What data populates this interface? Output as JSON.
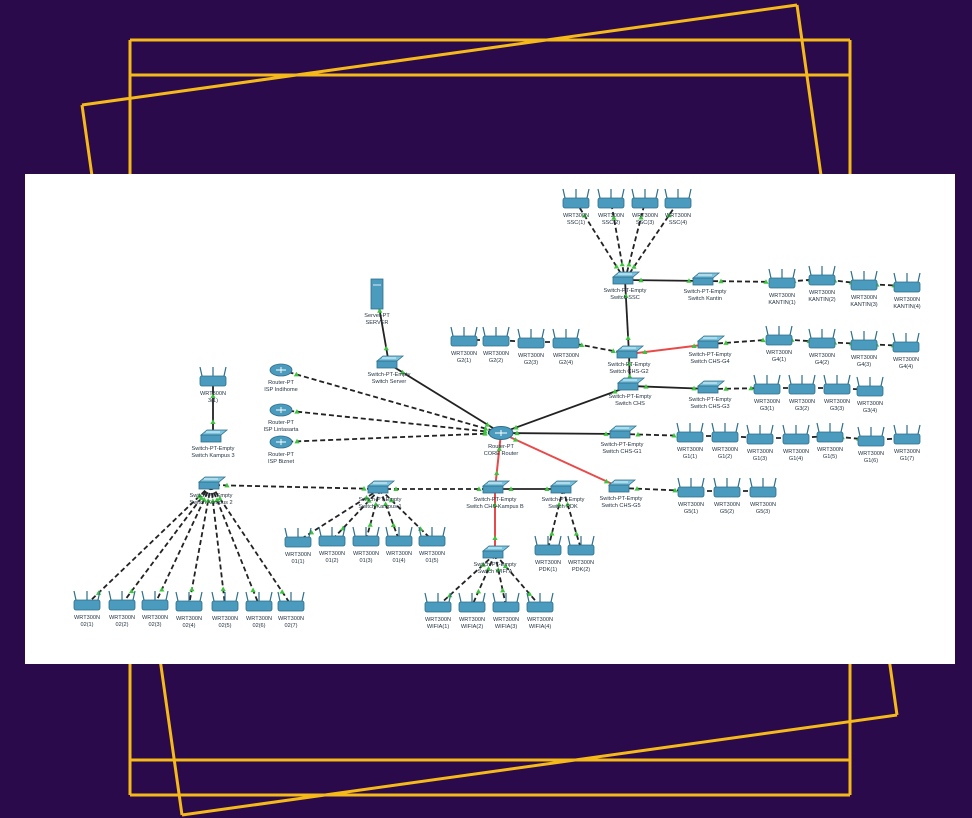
{
  "colors": {
    "background": "#2a0a4a",
    "frame": "#f5b91a",
    "panel": "#ffffff",
    "device": "#4a9bbd",
    "link_red": "#e84a4a",
    "link_black": "#222222",
    "port_green": "#3cc43c"
  },
  "diagram": {
    "core_router": {
      "line1": "Router-PT",
      "line2": "CORE Router"
    },
    "nodes": [
      {
        "id": "server",
        "type": "server",
        "line1": "Server-PT",
        "line2": "SERVER"
      },
      {
        "id": "sw_server",
        "type": "switch",
        "line1": "Switch-PT-Empty",
        "line2": "Switch Server"
      },
      {
        "id": "r_indihome",
        "type": "router",
        "line1": "Router-PT",
        "line2": "ISP Indihome"
      },
      {
        "id": "r_lintasarta",
        "type": "router",
        "line1": "Router-PT",
        "line2": "ISP Lintasarta"
      },
      {
        "id": "r_biznet",
        "type": "router",
        "line1": "Router-PT",
        "line2": "ISP Biznet"
      },
      {
        "id": "sw_ssc",
        "type": "switch",
        "line1": "Switch-PT-Empty",
        "line2": "Switch SSC"
      },
      {
        "id": "sw_kantin",
        "type": "switch",
        "line1": "Switch-PT-Empty",
        "line2": "Switch Kantin"
      },
      {
        "id": "sw_g2",
        "type": "switch",
        "line1": "Switch-PT-Empty",
        "line2": "Switch CHS-G2"
      },
      {
        "id": "sw_g4",
        "type": "switch",
        "line1": "Switch-PT-Empty",
        "line2": "Switch CHS-G4"
      },
      {
        "id": "sw_chs",
        "type": "switch",
        "line1": "Switch-PT-Empty",
        "line2": "Switch CHS"
      },
      {
        "id": "sw_g3",
        "type": "switch",
        "line1": "Switch-PT-Empty",
        "line2": "Switch CHS-G3"
      },
      {
        "id": "sw_g1",
        "type": "switch",
        "line1": "Switch-PT-Empty",
        "line2": "Switch CHS-G1"
      },
      {
        "id": "sw_g5",
        "type": "switch",
        "line1": "Switch-PT-Empty",
        "line2": "Switch CHS-G5"
      },
      {
        "id": "sw_kampus3",
        "type": "switch",
        "line1": "Switch-PT-Empty",
        "line2": "Switch Kampus 3"
      },
      {
        "id": "sw_kampus2",
        "type": "switch",
        "line1": "Switch-PT-Empty",
        "line2": "Switch Kampus 2"
      },
      {
        "id": "sw_k1",
        "type": "switch",
        "line1": "Switch-PT-Empty",
        "line2": "Switch Kampus 1"
      },
      {
        "id": "sw_kb",
        "type": "switch",
        "line1": "Switch-PT-Empty",
        "line2": "Switch CHS-Kampus B"
      },
      {
        "id": "sw_pdk",
        "type": "switch",
        "line1": "Switch-PT-Empty",
        "line2": "Switch PDK"
      },
      {
        "id": "sw_wifia",
        "type": "switch",
        "line1": "Switch-PT-Empty",
        "line2": "Switch WIFI A"
      },
      {
        "id": "ssc1",
        "type": "ap",
        "line1": "WRT300N",
        "line2": "SSC(1)"
      },
      {
        "id": "ssc2",
        "type": "ap",
        "line1": "WRT300N",
        "line2": "SSC(2)"
      },
      {
        "id": "ssc3",
        "type": "ap",
        "line1": "WRT300N",
        "line2": "SSC(3)"
      },
      {
        "id": "ssc4",
        "type": "ap",
        "line1": "WRT300N",
        "line2": "SSC(4)"
      },
      {
        "id": "kan1",
        "type": "ap",
        "line1": "WRT300N",
        "line2": "KANTIN(1)"
      },
      {
        "id": "kan2",
        "type": "ap",
        "line1": "WRT300N",
        "line2": "KANTIN(2)"
      },
      {
        "id": "kan3",
        "type": "ap",
        "line1": "WRT300N",
        "line2": "KANTIN(3)"
      },
      {
        "id": "kan4",
        "type": "ap",
        "line1": "WRT300N",
        "line2": "KANTIN(4)"
      },
      {
        "id": "g2a",
        "type": "ap",
        "line1": "WRT300N",
        "line2": "G2(1)"
      },
      {
        "id": "g2b",
        "type": "ap",
        "line1": "WRT300N",
        "line2": "G2(2)"
      },
      {
        "id": "g2c",
        "type": "ap",
        "line1": "WRT300N",
        "line2": "G2(3)"
      },
      {
        "id": "g2d",
        "type": "ap",
        "line1": "WRT300N",
        "line2": "G2(4)"
      },
      {
        "id": "g4a",
        "type": "ap",
        "line1": "WRT300N",
        "line2": "G4(1)"
      },
      {
        "id": "g4b",
        "type": "ap",
        "line1": "WRT300N",
        "line2": "G4(2)"
      },
      {
        "id": "g4c",
        "type": "ap",
        "line1": "WRT300N",
        "line2": "G4(3)"
      },
      {
        "id": "g4d",
        "type": "ap",
        "line1": "WRT300N",
        "line2": "G4(4)"
      },
      {
        "id": "g3a",
        "type": "ap",
        "line1": "WRT300N",
        "line2": "G3(1)"
      },
      {
        "id": "g3b",
        "type": "ap",
        "line1": "WRT300N",
        "line2": "G3(2)"
      },
      {
        "id": "g3c",
        "type": "ap",
        "line1": "WRT300N",
        "line2": "G3(3)"
      },
      {
        "id": "g3d",
        "type": "ap",
        "line1": "WRT300N",
        "line2": "G3(4)"
      },
      {
        "id": "g1a",
        "type": "ap",
        "line1": "WRT300N",
        "line2": "G1(1)"
      },
      {
        "id": "g1b",
        "type": "ap",
        "line1": "WRT300N",
        "line2": "G1(2)"
      },
      {
        "id": "g1c",
        "type": "ap",
        "line1": "WRT300N",
        "line2": "G1(3)"
      },
      {
        "id": "g1d",
        "type": "ap",
        "line1": "WRT300N",
        "line2": "G1(4)"
      },
      {
        "id": "g1e",
        "type": "ap",
        "line1": "WRT300N",
        "line2": "G1(5)"
      },
      {
        "id": "g1f",
        "type": "ap",
        "line1": "WRT300N",
        "line2": "G1(6)"
      },
      {
        "id": "g1g",
        "type": "ap",
        "line1": "WRT300N",
        "line2": "G1(7)"
      },
      {
        "id": "g5a",
        "type": "ap",
        "line1": "WRT300N",
        "line2": "G5(1)"
      },
      {
        "id": "g5b",
        "type": "ap",
        "line1": "WRT300N",
        "line2": "G5(2)"
      },
      {
        "id": "g5c",
        "type": "ap",
        "line1": "WRT300N",
        "line2": "G5(3)"
      },
      {
        "id": "k3ap",
        "type": "ap",
        "line1": "WRT300N",
        "line2": "3(1)"
      },
      {
        "id": "k2a",
        "type": "ap",
        "line1": "WRT300N",
        "line2": "02(1)"
      },
      {
        "id": "k2b",
        "type": "ap",
        "line1": "WRT300N",
        "line2": "02(2)"
      },
      {
        "id": "k2c",
        "type": "ap",
        "line1": "WRT300N",
        "line2": "02(3)"
      },
      {
        "id": "k2d",
        "type": "ap",
        "line1": "WRT300N",
        "line2": "02(4)"
      },
      {
        "id": "k2e",
        "type": "ap",
        "line1": "WRT300N",
        "line2": "02(5)"
      },
      {
        "id": "k2f",
        "type": "ap",
        "line1": "WRT300N",
        "line2": "02(6)"
      },
      {
        "id": "k2g",
        "type": "ap",
        "line1": "WRT300N",
        "line2": "02(7)"
      },
      {
        "id": "k1a",
        "type": "ap",
        "line1": "WRT300N",
        "line2": "01(1)"
      },
      {
        "id": "k1b",
        "type": "ap",
        "line1": "WRT300N",
        "line2": "01(2)"
      },
      {
        "id": "k1c",
        "type": "ap",
        "line1": "WRT300N",
        "line2": "01(3)"
      },
      {
        "id": "k1d",
        "type": "ap",
        "line1": "WRT300N",
        "line2": "01(4)"
      },
      {
        "id": "k1e",
        "type": "ap",
        "line1": "WRT300N",
        "line2": "01(5)"
      },
      {
        "id": "pdk1",
        "type": "ap",
        "line1": "WRT300N",
        "line2": "PDK(1)"
      },
      {
        "id": "pdk2",
        "type": "ap",
        "line1": "WRT300N",
        "line2": "PDK(2)"
      },
      {
        "id": "wa1",
        "type": "ap",
        "line1": "WRT300N",
        "line2": "WIFIA(1)"
      },
      {
        "id": "wa2",
        "type": "ap",
        "line1": "WRT300N",
        "line2": "WIFIA(2)"
      },
      {
        "id": "wa3",
        "type": "ap",
        "line1": "WRT300N",
        "line2": "WIFIA(3)"
      },
      {
        "id": "wa4",
        "type": "ap",
        "line1": "WRT300N",
        "line2": "WIFIA(4)"
      }
    ],
    "links": [
      {
        "from": "core",
        "to": "sw_server",
        "style": "solid"
      },
      {
        "from": "sw_server",
        "to": "server",
        "style": "solid"
      },
      {
        "from": "core",
        "to": "r_indihome",
        "style": "dashed"
      },
      {
        "from": "core",
        "to": "r_lintasarta",
        "style": "dashed"
      },
      {
        "from": "core",
        "to": "r_biznet",
        "style": "dashed"
      },
      {
        "from": "core",
        "to": "sw_chs",
        "style": "solid"
      },
      {
        "from": "core",
        "to": "sw_g1",
        "style": "solid"
      },
      {
        "from": "core",
        "to": "sw_g5",
        "style": "red"
      },
      {
        "from": "core",
        "to": "sw_kb",
        "style": "red"
      },
      {
        "from": "sw_chs",
        "to": "sw_g2",
        "style": "solid"
      },
      {
        "from": "sw_chs",
        "to": "sw_g3",
        "style": "solid"
      },
      {
        "from": "sw_g2",
        "to": "sw_ssc",
        "style": "solid"
      },
      {
        "from": "sw_g2",
        "to": "sw_g4",
        "style": "red"
      },
      {
        "from": "sw_ssc",
        "to": "sw_kantin",
        "style": "solid"
      },
      {
        "from": "sw_kb",
        "to": "sw_pdk",
        "style": "solid"
      },
      {
        "from": "sw_kb",
        "to": "sw_wifia",
        "style": "red"
      },
      {
        "from": "sw_kb",
        "to": "sw_k1",
        "style": "dashed"
      },
      {
        "from": "sw_k1",
        "to": "sw_kampus2",
        "style": "dashed"
      },
      {
        "from": "sw_kampus3",
        "to": "k3ap",
        "style": "solid"
      },
      {
        "from": "sw_ssc",
        "to": "ssc1",
        "style": "dashed"
      },
      {
        "from": "sw_ssc",
        "to": "ssc2",
        "style": "dashed"
      },
      {
        "from": "sw_ssc",
        "to": "ssc3",
        "style": "dashed"
      },
      {
        "from": "sw_ssc",
        "to": "ssc4",
        "style": "dashed"
      },
      {
        "from": "sw_kantin",
        "to": "kan1",
        "style": "dashed"
      },
      {
        "from": "kan1",
        "to": "kan2",
        "style": "dashed"
      },
      {
        "from": "kan2",
        "to": "kan3",
        "style": "dashed"
      },
      {
        "from": "kan3",
        "to": "kan4",
        "style": "dashed"
      },
      {
        "from": "sw_g2",
        "to": "g2d",
        "style": "dashed"
      },
      {
        "from": "g2d",
        "to": "g2c",
        "style": "dashed"
      },
      {
        "from": "g2c",
        "to": "g2b",
        "style": "dashed"
      },
      {
        "from": "g2b",
        "to": "g2a",
        "style": "dashed"
      },
      {
        "from": "sw_g4",
        "to": "g4a",
        "style": "dashed"
      },
      {
        "from": "g4a",
        "to": "g4b",
        "style": "dashed"
      },
      {
        "from": "g4b",
        "to": "g4c",
        "style": "dashed"
      },
      {
        "from": "g4c",
        "to": "g4d",
        "style": "dashed"
      },
      {
        "from": "sw_g3",
        "to": "g3a",
        "style": "dashed"
      },
      {
        "from": "g3a",
        "to": "g3b",
        "style": "dashed"
      },
      {
        "from": "g3b",
        "to": "g3c",
        "style": "dashed"
      },
      {
        "from": "g3c",
        "to": "g3d",
        "style": "dashed"
      },
      {
        "from": "sw_g1",
        "to": "g1a",
        "style": "dashed"
      },
      {
        "from": "g1a",
        "to": "g1b",
        "style": "dashed"
      },
      {
        "from": "g1b",
        "to": "g1c",
        "style": "dashed"
      },
      {
        "from": "g1c",
        "to": "g1d",
        "style": "dashed"
      },
      {
        "from": "g1d",
        "to": "g1e",
        "style": "dashed"
      },
      {
        "from": "g1e",
        "to": "g1f",
        "style": "dashed"
      },
      {
        "from": "g1f",
        "to": "g1g",
        "style": "dashed"
      },
      {
        "from": "sw_g5",
        "to": "g5a",
        "style": "dashed"
      },
      {
        "from": "g5a",
        "to": "g5b",
        "style": "dashed"
      },
      {
        "from": "g5b",
        "to": "g5c",
        "style": "dashed"
      },
      {
        "from": "sw_kampus2",
        "to": "k2a",
        "style": "dashed"
      },
      {
        "from": "sw_kampus2",
        "to": "k2b",
        "style": "dashed"
      },
      {
        "from": "sw_kampus2",
        "to": "k2c",
        "style": "dashed"
      },
      {
        "from": "sw_kampus2",
        "to": "k2d",
        "style": "dashed"
      },
      {
        "from": "sw_kampus2",
        "to": "k2e",
        "style": "dashed"
      },
      {
        "from": "sw_kampus2",
        "to": "k2f",
        "style": "dashed"
      },
      {
        "from": "sw_kampus2",
        "to": "k2g",
        "style": "dashed"
      },
      {
        "from": "sw_k1",
        "to": "k1a",
        "style": "dashed"
      },
      {
        "from": "sw_k1",
        "to": "k1b",
        "style": "dashed"
      },
      {
        "from": "sw_k1",
        "to": "k1c",
        "style": "dashed"
      },
      {
        "from": "sw_k1",
        "to": "k1d",
        "style": "dashed"
      },
      {
        "from": "sw_k1",
        "to": "k1e",
        "style": "dashed"
      },
      {
        "from": "sw_pdk",
        "to": "pdk1",
        "style": "dashed"
      },
      {
        "from": "sw_pdk",
        "to": "pdk2",
        "style": "dashed"
      },
      {
        "from": "sw_wifia",
        "to": "wa1",
        "style": "dashed"
      },
      {
        "from": "sw_wifia",
        "to": "wa2",
        "style": "dashed"
      },
      {
        "from": "sw_wifia",
        "to": "wa3",
        "style": "dashed"
      },
      {
        "from": "sw_wifia",
        "to": "wa4",
        "style": "dashed"
      }
    ]
  }
}
